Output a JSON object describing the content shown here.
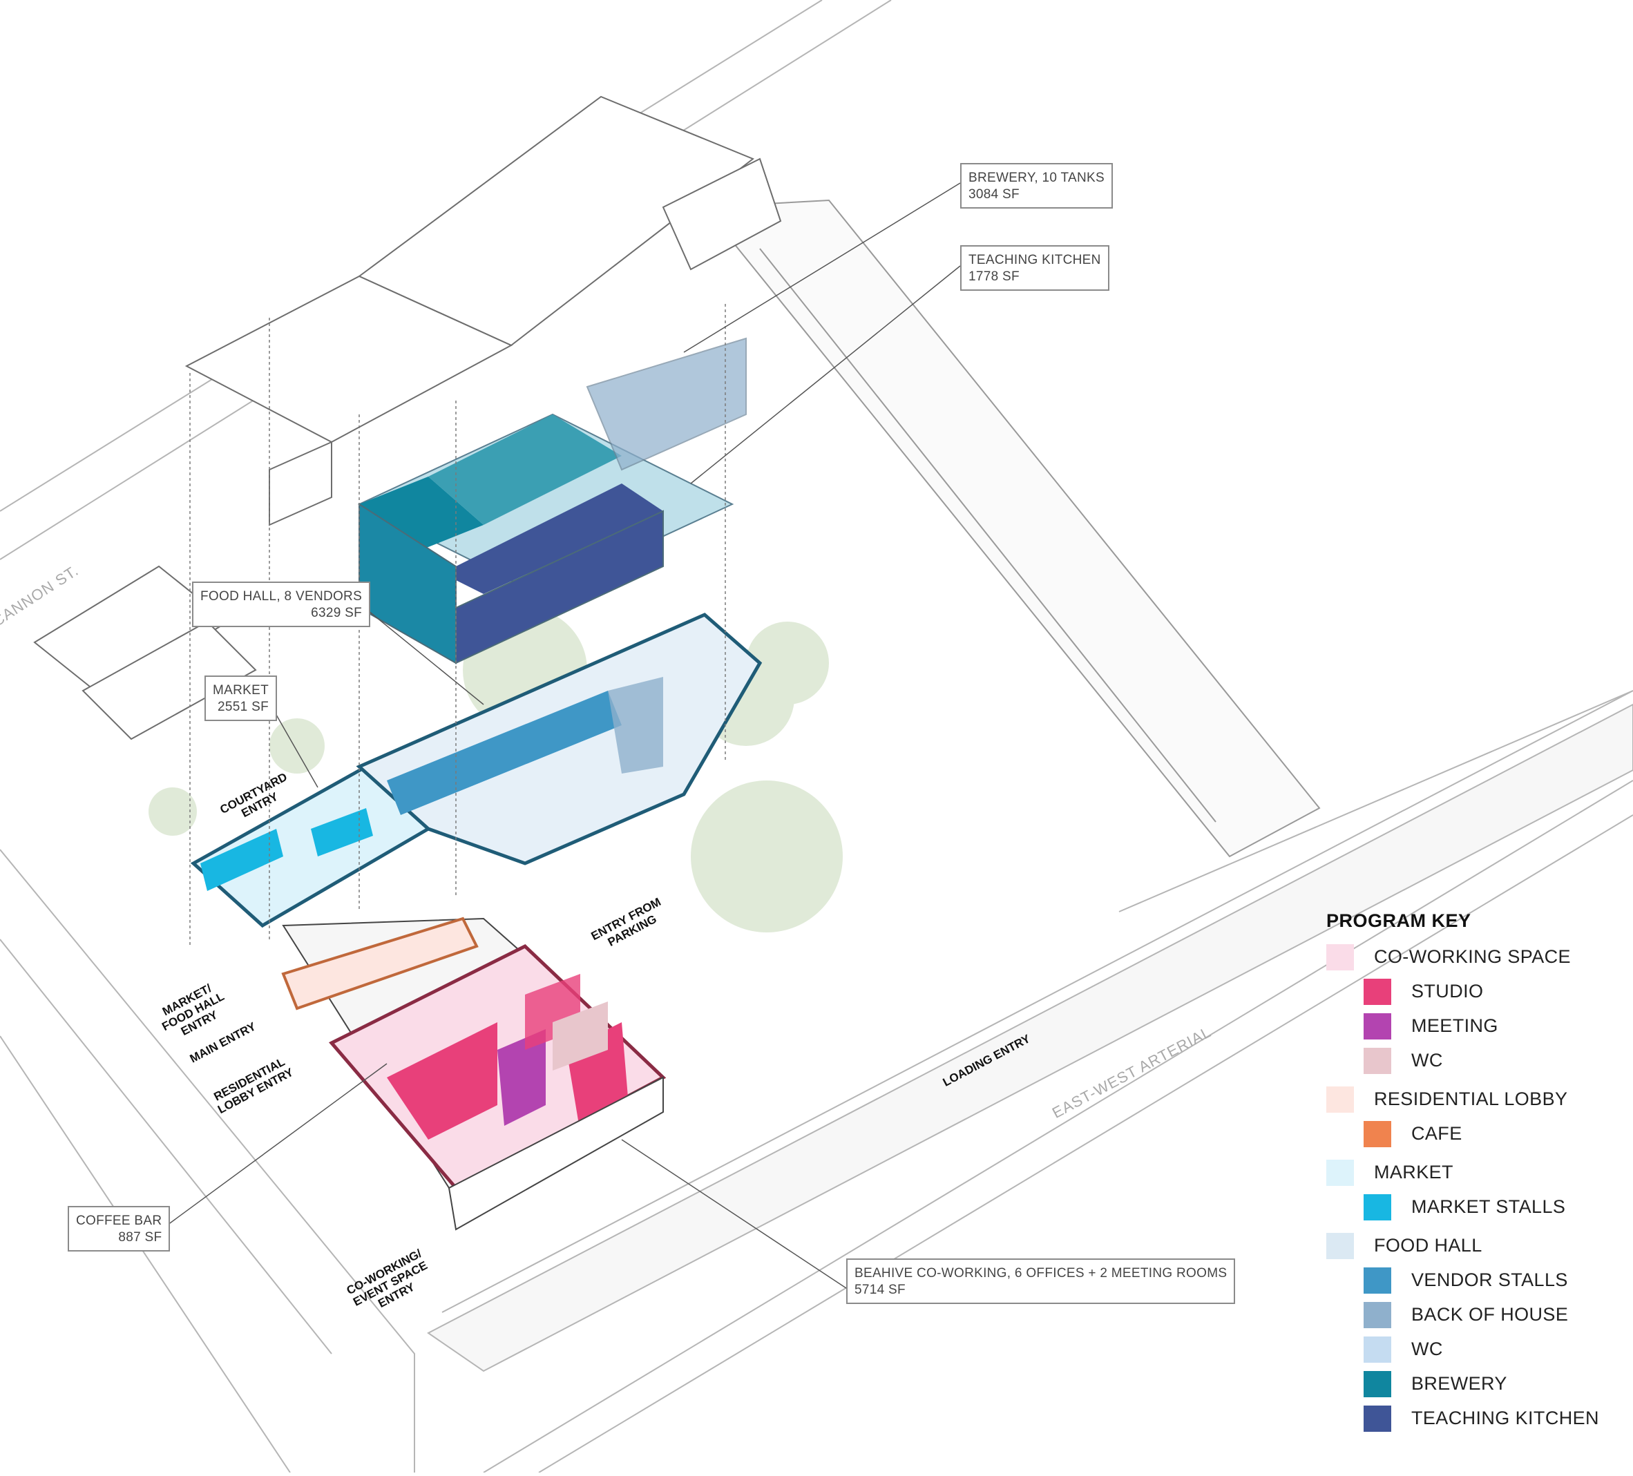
{
  "callouts": {
    "brewery": {
      "line1": "BREWERY, 10 TANKS",
      "line2": "3084 SF"
    },
    "teaching_kitchen": {
      "line1": "TEACHING KITCHEN",
      "line2": "1778 SF"
    },
    "food_hall": {
      "line1": "FOOD HALL, 8 VENDORS",
      "line2": "6329 SF"
    },
    "market": {
      "line1": "MARKET",
      "line2": "2551 SF"
    },
    "coffee_bar": {
      "line1": "COFFEE BAR",
      "line2": "887 SF"
    },
    "beahive": {
      "line1": "BEAHIVE CO-WORKING, 6 OFFICES + 2 MEETING ROOMS",
      "line2": "5714 SF"
    }
  },
  "entries": {
    "courtyard": {
      "l1": "COURTYARD",
      "l2": "ENTRY"
    },
    "market_food_hall": {
      "l1": "MARKET/",
      "l2": "FOOD HALL",
      "l3": "ENTRY"
    },
    "main": {
      "l1": "MAIN ENTRY"
    },
    "residential": {
      "l1": "RESIDENTIAL",
      "l2": "LOBBY ENTRY"
    },
    "coworking": {
      "l1": "CO-WORKING/",
      "l2": "EVENT SPACE",
      "l3": "ENTRY"
    },
    "parking": {
      "l1": "ENTRY FROM",
      "l2": "PARKING"
    },
    "loading": {
      "l1": "LOADING ENTRY"
    }
  },
  "streets": {
    "cannon": "CANNON ST.",
    "east_west": "EAST-WEST ARTERIAL"
  },
  "program_key": {
    "title": "PROGRAM KEY",
    "items": [
      {
        "label": "CO-WORKING SPACE",
        "color": "#fadce8"
      },
      {
        "label": "STUDIO",
        "color": "#e8407a"
      },
      {
        "label": "MEETING",
        "color": "#b344b0"
      },
      {
        "label": "WC",
        "color": "#e8c6cc"
      },
      {
        "label": "RESIDENTIAL LOBBY",
        "color": "#fde6e0"
      },
      {
        "label": "CAFE",
        "color": "#f0834e"
      },
      {
        "label": "MARKET",
        "color": "#ddf3fb"
      },
      {
        "label": "MARKET STALLS",
        "color": "#18b7e2"
      },
      {
        "label": "FOOD HALL",
        "color": "#dbe9f3"
      },
      {
        "label": "VENDOR STALLS",
        "color": "#3f97c6"
      },
      {
        "label": "BACK OF HOUSE",
        "color": "#8fb0cc"
      },
      {
        "label": "WC",
        "color": "#c5dcf1"
      },
      {
        "label": "BREWERY",
        "color": "#10869f"
      },
      {
        "label": "TEACHING KITCHEN",
        "color": "#3f5597"
      }
    ]
  }
}
